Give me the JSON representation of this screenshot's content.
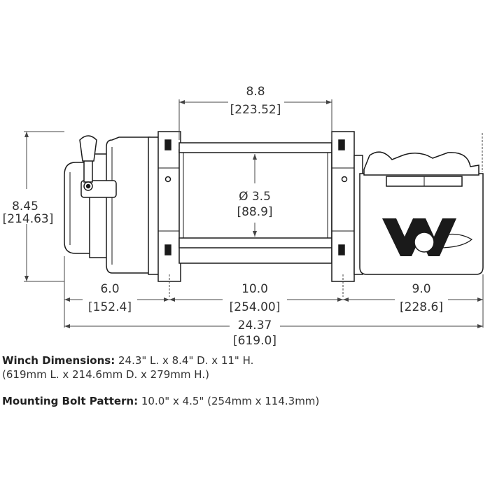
{
  "dimensions": {
    "drum_length": {
      "in": "8.8",
      "mm": "[223.52]"
    },
    "height": {
      "in": "8.45",
      "mm": "[214.63]"
    },
    "drum_diameter": {
      "in": "Ø 3.5",
      "mm": "[88.9]"
    },
    "motor_length": {
      "in": "6.0",
      "mm": "[152.4]"
    },
    "bolt_spacing": {
      "in": "10.0",
      "mm": "[254.00]"
    },
    "control_length": {
      "in": "9.0",
      "mm": "[228.6]"
    },
    "overall_length": {
      "in": "24.37",
      "mm": "[619.0]"
    }
  },
  "notes": {
    "winch_label": "Winch Dimensions:",
    "winch_line1": " 24.3\" L. x 8.4\" D. x 11\" H.",
    "winch_line2": "(619mm L. x 214.6mm D. x 279mm H.)",
    "mount_label": "Mounting Bolt Pattern:",
    "mount_value": " 10.0\" x 4.5\" (254mm x 114.3mm)"
  },
  "colors": {
    "line": "#1a1a1a",
    "dim_line": "#444444",
    "fill": "#ffffff"
  }
}
